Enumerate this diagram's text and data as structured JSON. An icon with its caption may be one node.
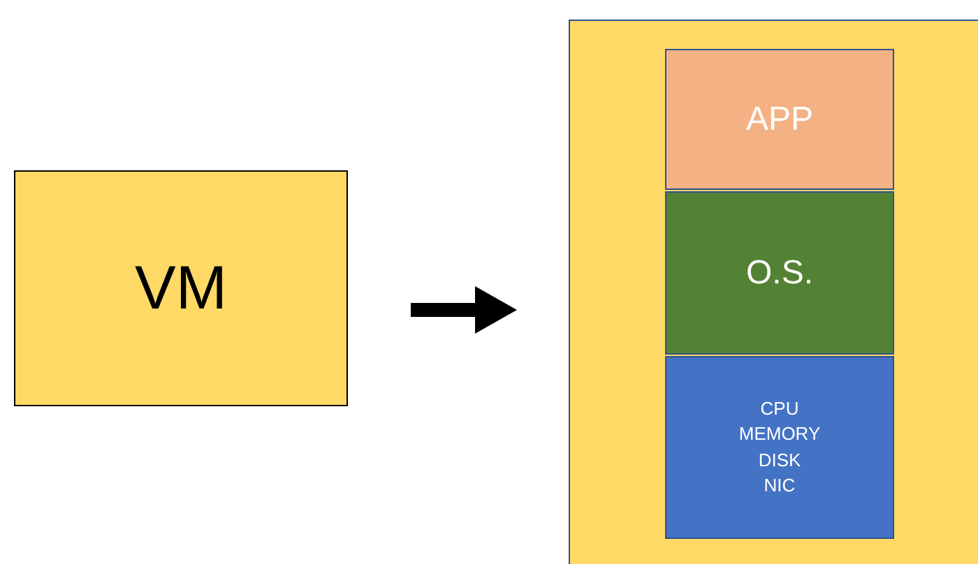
{
  "diagram": {
    "nodes": [
      {
        "text": [
          "VM"
        ]
      },
      {
        "text": [],
        "shape": "box"
      },
      {
        "text": [
          "APP"
        ],
        "in": 1
      },
      {
        "text": [
          "O.S."
        ],
        "in": 1
      },
      {
        "text": [
          "CPU",
          "MEMORY",
          "DISK",
          "NIC"
        ],
        "in": 1
      }
    ],
    "edges": [
      {
        "from": 0,
        "to": 1,
        "arrow": "to"
      }
    ]
  }
}
